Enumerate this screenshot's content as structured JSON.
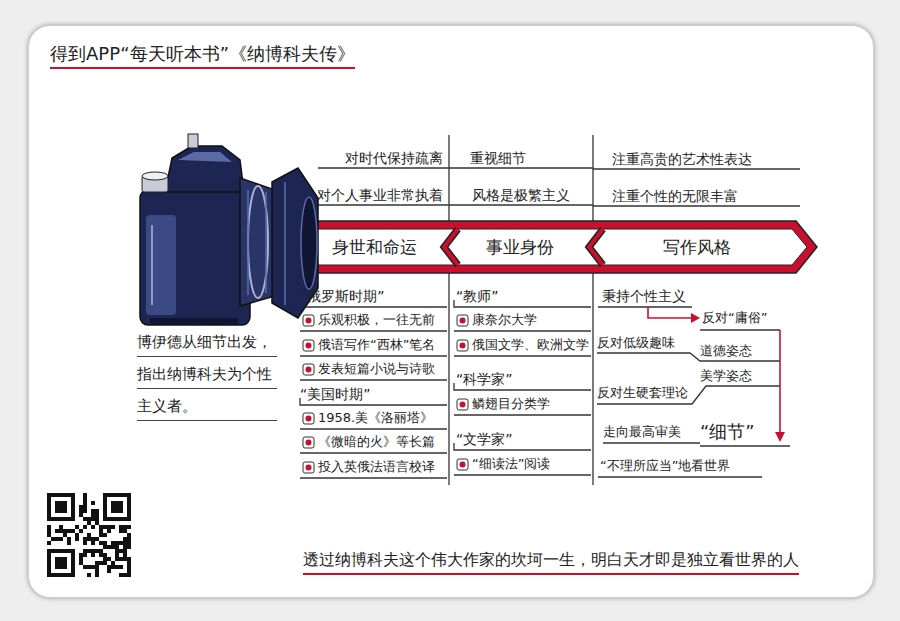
{
  "diagram": {
    "title": "得到APP“每天听本书”《纳博科夫传》",
    "caption": "透过纳博科夫这个伟大作家的坎坷一生，明白天才即是独立看世界的人",
    "nodes": [
      {
        "text": [
          "身世和命运"
        ]
      },
      {
        "text": [
          "事业身份"
        ]
      },
      {
        "text": [
          "写作风格"
        ]
      }
    ],
    "labels": [
      "对时代保持疏离",
      "对个人事业非常执着",
      "重视细节",
      "风格是极繁主义",
      "注重高贵的艺术性表达",
      "注重个性的无限丰富",
      "“俄罗斯时期”",
      "乐观积极，一往无前",
      "俄语写作“西林”笔名",
      "发表短篇小说与诗歌",
      "“美国时期”",
      "1958.美《洛丽塔》",
      "《微暗的火》等长篇",
      "投入英俄法语言校译",
      "“教师”",
      "康奈尔大学",
      "俄国文学、欧洲文学",
      "“科学家”",
      "鳞翅目分类学",
      "“文学家”",
      "“细读法”阅读",
      "秉持个性主义",
      "反对“庸俗”",
      "反对低级趣味",
      "道德姿态",
      "美学姿态",
      "反对生硬套理论",
      "走向最高审美",
      "“细节”",
      "“不理所应当”地看世界",
      "博伊德从细节出发，指出纳博科夫为个性主义者。"
    ]
  }
}
